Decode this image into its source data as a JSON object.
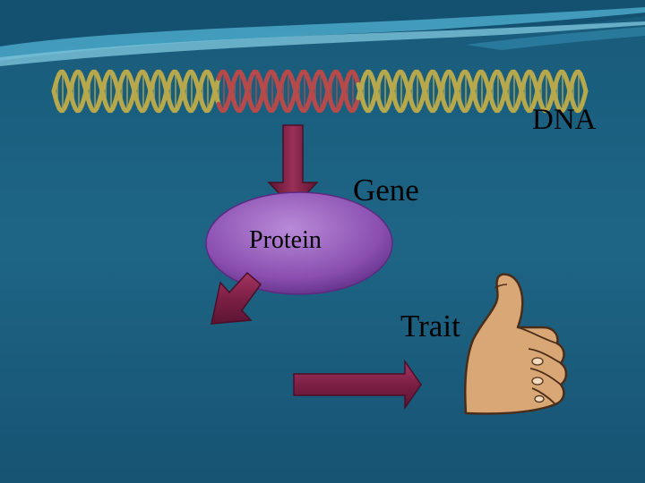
{
  "labels": {
    "dna": "DNA",
    "gene": "Gene",
    "protein": "Protein",
    "trait": "Trait"
  },
  "colors": {
    "background": "#1d6080",
    "background_dark": "#134a66",
    "swoosh_light": "#4aa8c8",
    "swoosh_pale": "#7cc3da",
    "dna_strand": "#b7a84c",
    "dna_gene_segment": "#b64a4a",
    "arrow": "#7c1f45",
    "protein_blob": "#8a4fb0",
    "skin": "#d8a775",
    "skin_outline": "#4a2d18"
  },
  "icons": {
    "dna": "dna-double-helix-icon",
    "hand": "thumbs-up-hand-icon"
  }
}
